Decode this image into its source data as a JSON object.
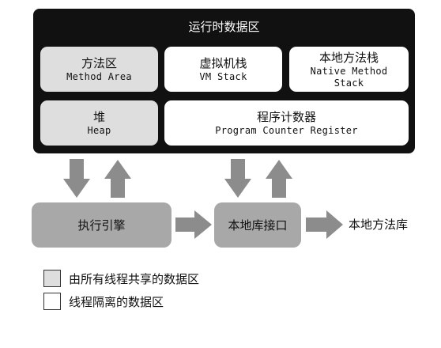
{
  "runtime": {
    "title": "运行时数据区",
    "method_area": {
      "cn": "方法区",
      "en": "Method Area"
    },
    "vm_stack": {
      "cn": "虚拟机栈",
      "en": "VM Stack"
    },
    "native_stack": {
      "cn": "本地方法栈",
      "en_line1": "Native Method",
      "en_line2": "Stack"
    },
    "heap": {
      "cn": "堆",
      "en": "Heap"
    },
    "pc_register": {
      "cn": "程序计数器",
      "en": "Program Counter Register"
    }
  },
  "execution_engine": "执行引擎",
  "native_interface": "本地库接口",
  "native_library": "本地方法库",
  "legend": {
    "shared": "由所有线程共享的数据区",
    "private": "线程隔离的数据区"
  },
  "colors": {
    "runtime_bg": "#111111",
    "shared_fill": "#dedede",
    "private_fill": "#ffffff",
    "arrow": "#8c8c8c",
    "engine_fill": "#a8a8a8"
  }
}
